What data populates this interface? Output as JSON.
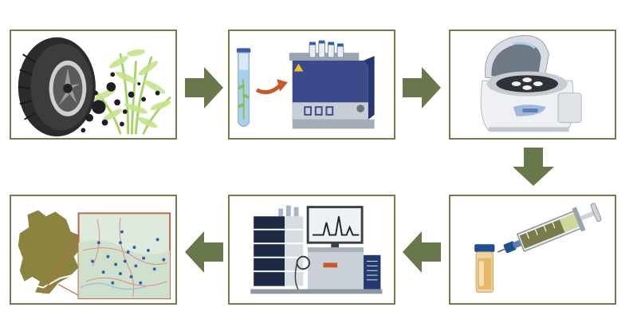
{
  "diagram": {
    "steps": [
      {
        "id": "sampling",
        "icon": "tire-and-plant-icon"
      },
      {
        "id": "extraction",
        "icon": "tube-and-ultrasonic-bath-icon"
      },
      {
        "id": "centrifugation",
        "icon": "centrifuge-icon"
      },
      {
        "id": "filtration",
        "icon": "syringe-and-vial-icon"
      },
      {
        "id": "analysis",
        "icon": "chromatography-instrument-icon"
      },
      {
        "id": "mapping",
        "icon": "map-icon"
      }
    ],
    "flow": [
      "right",
      "right",
      "down",
      "left",
      "left"
    ],
    "colors": {
      "frame": "#6d7f4a",
      "arrow": "#68784a",
      "accent_orange": "#c8582a",
      "instrument_blue": "#3c4a8c",
      "map_olive": "#8a8440",
      "map_frame": "#c0634a"
    }
  }
}
